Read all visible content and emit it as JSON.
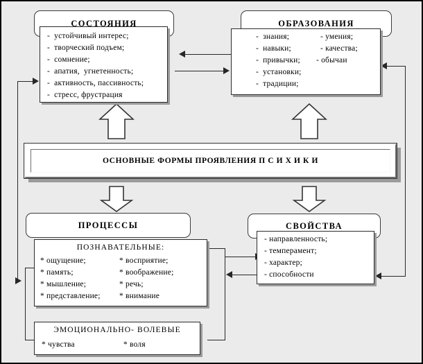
{
  "diagram": {
    "center_banner": "ОСНОВНЫЕ ФОРМЫ ПРОЯВЛЕНИЯ П С И Х И К И",
    "blocks": {
      "states": {
        "header": "СОСТОЯНИЯ",
        "items": [
          "-  устойчивый интерес;",
          "-  творческий подъем;",
          "-  сомнение;",
          "-  апатия,  угнетенность;",
          "-  активность, пассивность;",
          "-  стресс, фрустрация"
        ]
      },
      "formations": {
        "header": "ОБРАЗОВАНИЯ",
        "col1": [
          "-  знания;",
          "-  навыки;",
          "-  привычки;",
          "-  установки;",
          "-  традиции;"
        ],
        "col2": [
          "- умения;",
          "- качества;",
          "- обычаи"
        ]
      },
      "processes": {
        "header": "ПРОЦЕССЫ",
        "cognitive_title": "ПОЗНАВАТЕЛЬНЫЕ:",
        "cognitive_col1": [
          "* ощущение;",
          "* память;",
          "* мышление;",
          "* представление;"
        ],
        "cognitive_col2": [
          "* восприятие;",
          "* воображение;",
          "* речь;",
          "* внимание"
        ],
        "emotional_title": "ЭМОЦИОНАЛЬНО- ВОЛЕВЫЕ",
        "emotional_col1": "* чувства",
        "emotional_col2": "* воля"
      },
      "properties": {
        "header": "СВОЙСТВА",
        "items": [
          "- направленность;",
          "- темперамент;",
          "- характер;",
          "- способности"
        ]
      }
    },
    "colors": {
      "background": "#ebebeb",
      "box_fill": "#ffffff",
      "border": "#2b2b2b",
      "shadow": "#9b9b9b",
      "connector": "#272727"
    }
  }
}
